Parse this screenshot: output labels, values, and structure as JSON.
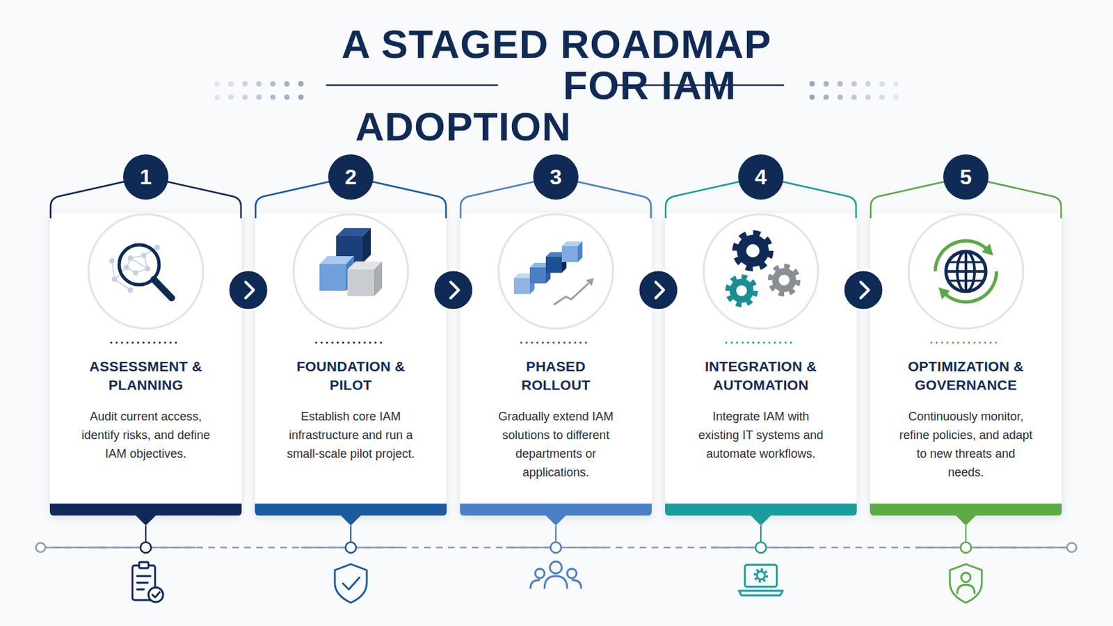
{
  "diagram": {
    "title": "A STAGED ROADMAP FOR IAM ADOPTION",
    "nodes": [
      {
        "text": [
          "1",
          "ASSESSMENT & PLANNING",
          "Audit current access, identify risks, and define IAM objectives."
        ]
      },
      {
        "text": [
          "2",
          "FOUNDATION & PILOT",
          "Establish core IAM infrastructure and run a small-scale pilot project."
        ]
      },
      {
        "text": [
          "3",
          "PHASED ROLLOUT",
          "Gradually extend IAM solutions to different departments or applications."
        ]
      },
      {
        "text": [
          "4",
          "INTEGRATION & AUTOMATION",
          "Integrate IAM with existing IT systems and automate workflows."
        ]
      },
      {
        "text": [
          "5",
          "OPTIMIZATION & GOVERNANCE",
          "Continuously monitor, refine policies, and adapt to new threats and needs."
        ]
      }
    ],
    "edges": [
      {
        "from": 0,
        "to": 1,
        "arrow": "to"
      },
      {
        "from": 1,
        "to": 2,
        "arrow": "to"
      },
      {
        "from": 2,
        "to": 3,
        "arrow": "to"
      },
      {
        "from": 3,
        "to": 4,
        "arrow": "to"
      }
    ]
  }
}
